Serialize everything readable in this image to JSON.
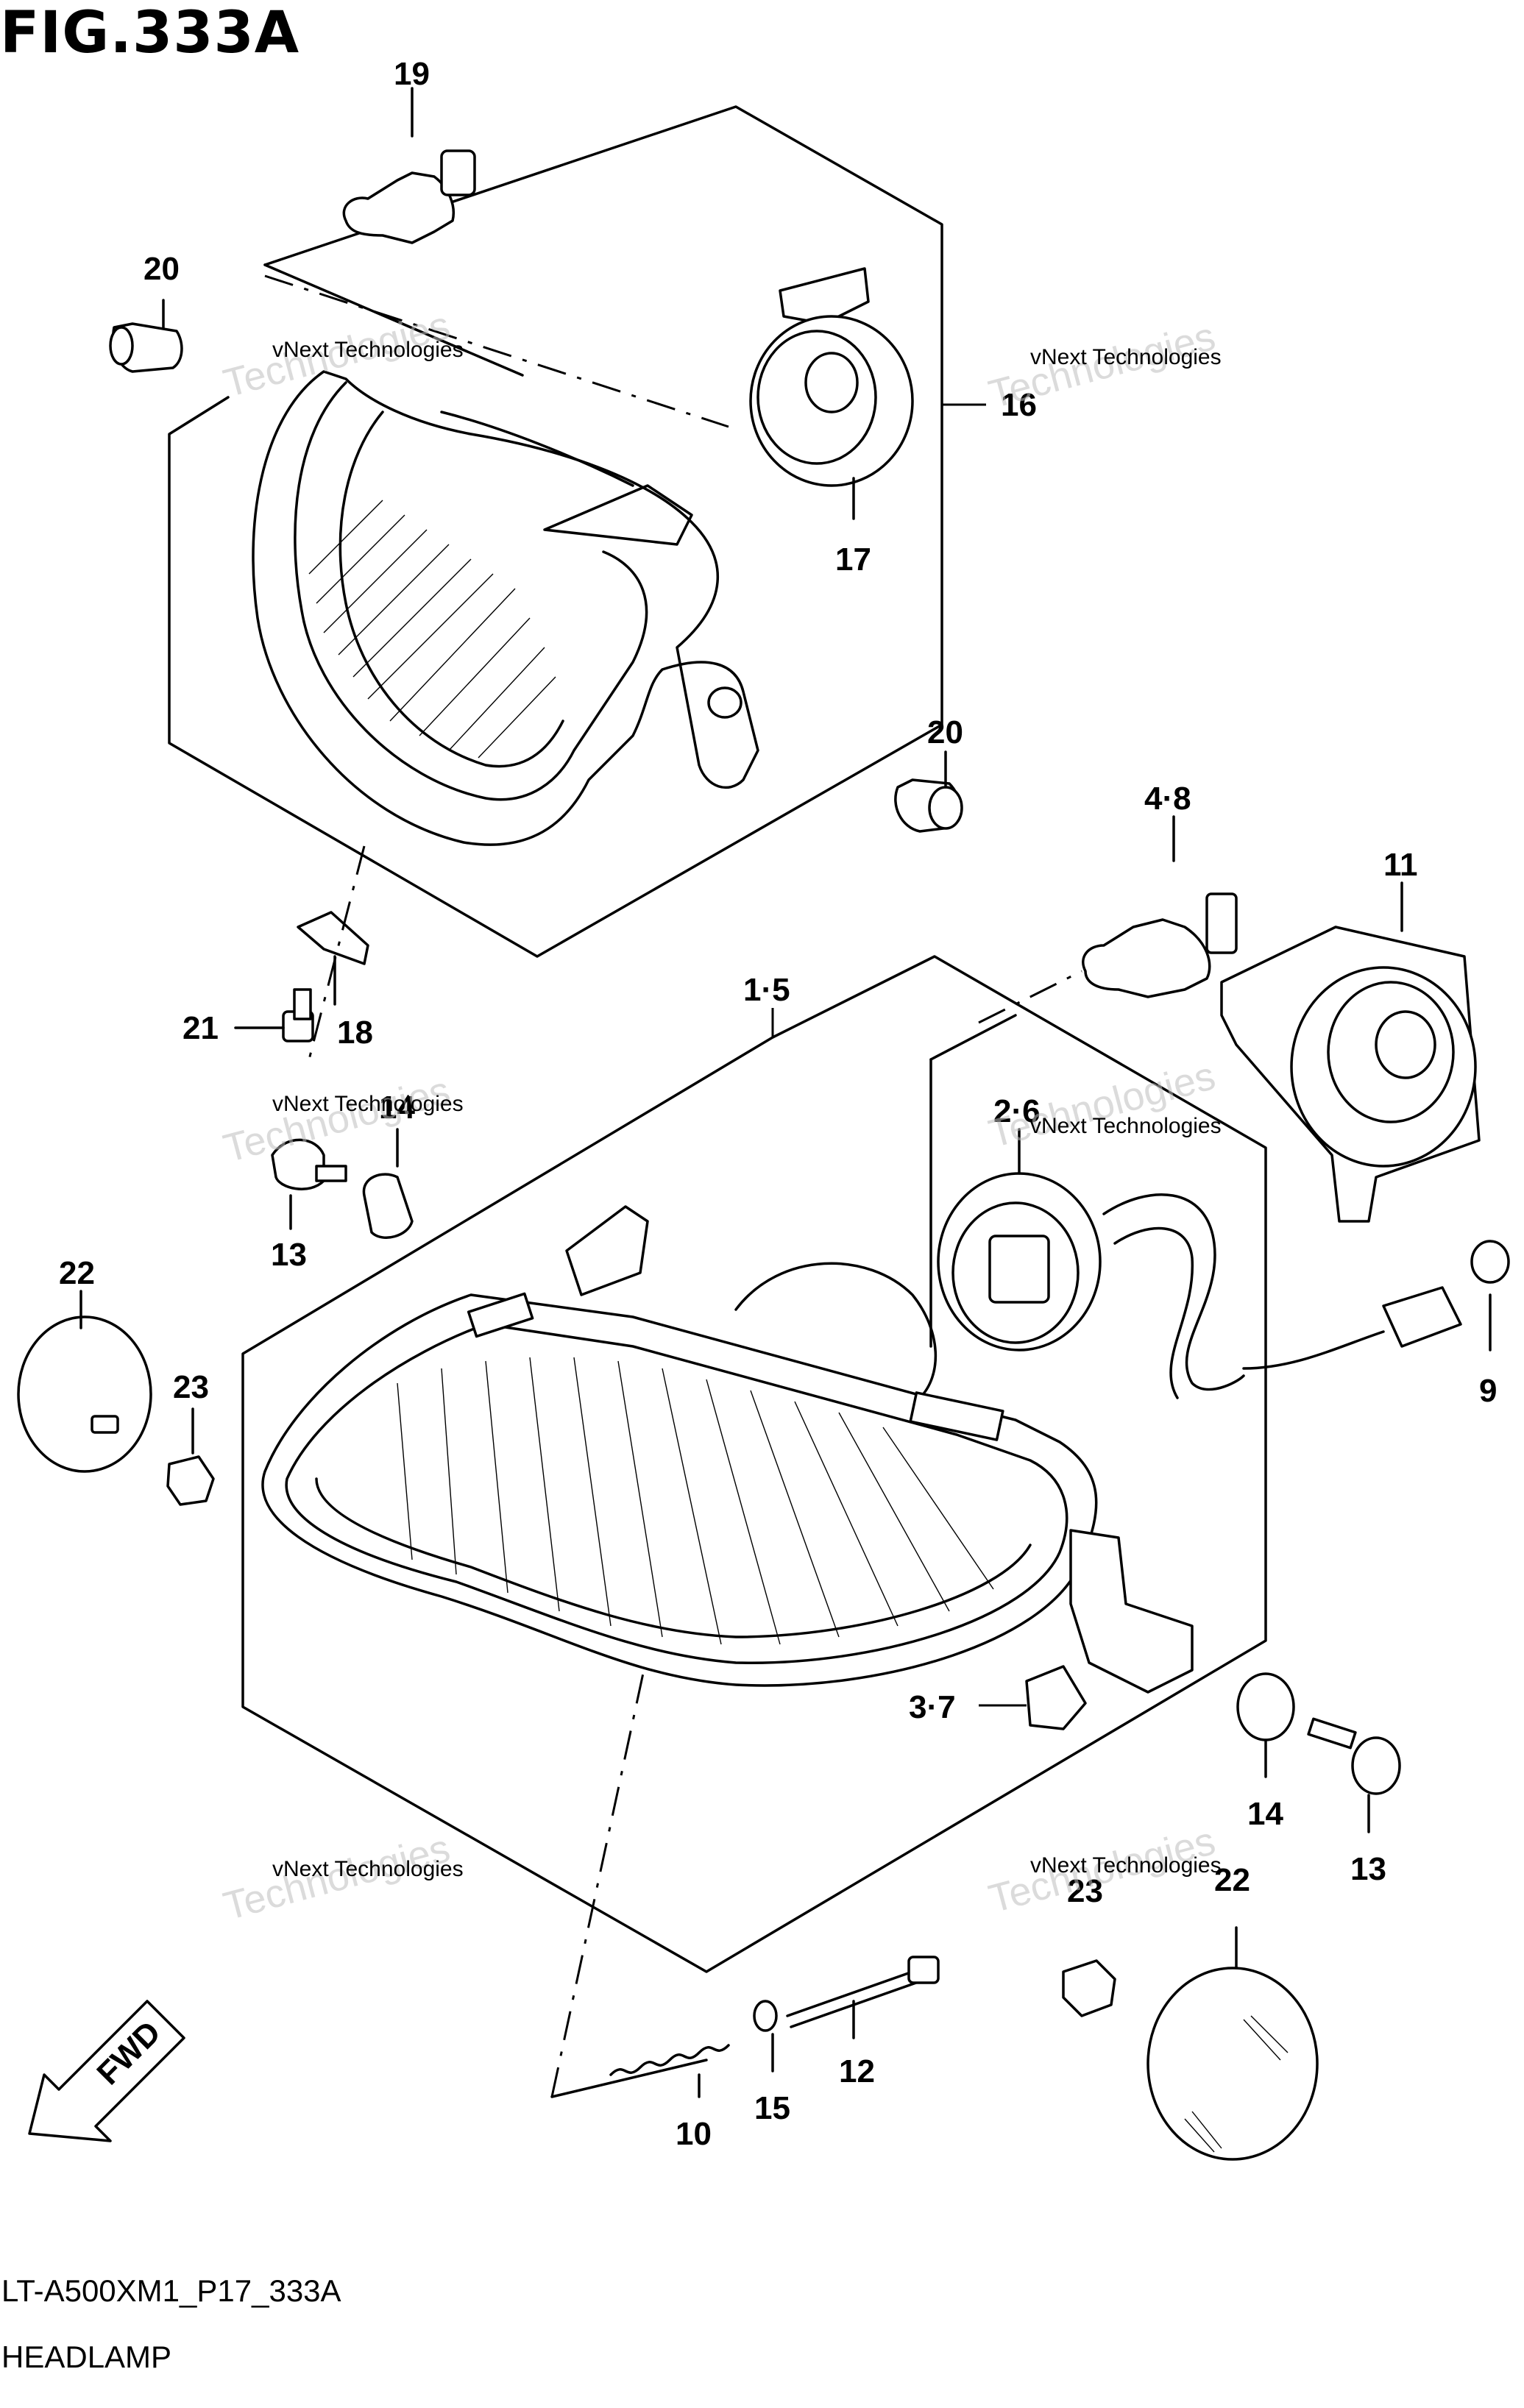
{
  "figure": {
    "title": "FIG.333A",
    "code": "LT-A500XM1_P17_333A",
    "name": "HEADLAMP"
  },
  "watermark": {
    "small": "vNext Technologies",
    "large": "Technologies",
    "brand": "vNext"
  },
  "callouts": {
    "c19": "19",
    "c20a": "20",
    "c16": "16",
    "c17": "17",
    "c20b": "20",
    "c4_8": "4·8",
    "c11": "11",
    "c21": "21",
    "c18": "18",
    "c1_5": "1·5",
    "c14a": "14",
    "c2_6": "2·6",
    "c13a": "13",
    "c22a": "22",
    "c23a": "23",
    "c9": "9",
    "c3_7": "3·7",
    "c14b": "14",
    "c13b": "13",
    "c23b": "23",
    "c22b": "22",
    "c12": "12",
    "c15": "15",
    "c10": "10"
  },
  "fwd_label": "FWD"
}
